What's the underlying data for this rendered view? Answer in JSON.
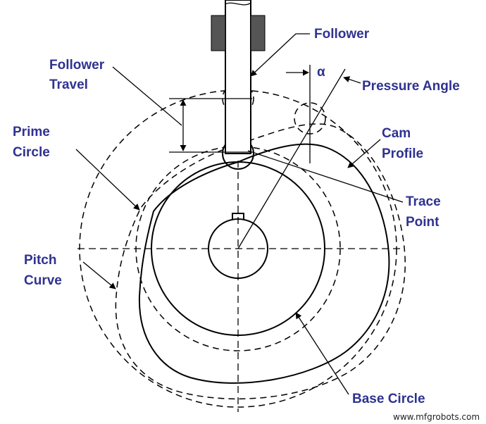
{
  "labels": {
    "follower": "Follower",
    "follower_travel_line1": "Follower",
    "follower_travel_line2": "Travel",
    "alpha": "α",
    "pressure_angle": "Pressure Angle",
    "prime_circle_line1": "Prime",
    "prime_circle_line2": "Circle",
    "cam_profile_line1": "Cam",
    "cam_profile_line2": "Profile",
    "trace_point_line1": "Trace",
    "trace_point_line2": "Point",
    "pitch_curve_line1": "Pitch",
    "pitch_curve_line2": "Curve",
    "base_circle": "Base Circle"
  },
  "watermark": "www.mfgrobots.com",
  "colors": {
    "label": "#2f3290",
    "line": "#000000",
    "guide_block": "#555555",
    "background": "#ffffff"
  }
}
